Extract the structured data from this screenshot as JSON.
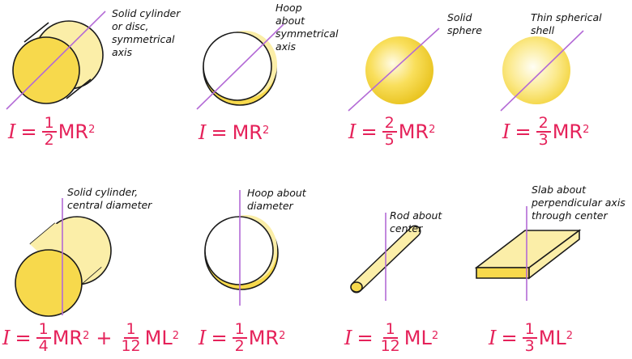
{
  "colors": {
    "formula": "#e5225a",
    "axis": "#b36ad6",
    "fill": "#f7d94c",
    "fill_light": "#fbeea8",
    "outline": "#1a1a1a"
  },
  "items": [
    {
      "label": "Solid cylinder\nor disc,\nsymmetrical\naxis",
      "formula": {
        "I": "I",
        "eq": "=",
        "num": "1",
        "den": "2",
        "term": "MR",
        "exp": "2"
      }
    },
    {
      "label": "Hoop\nabout\nsymmetrical\naxis",
      "formula": {
        "I": "I",
        "eq": "=",
        "term": "MR",
        "exp": "2"
      }
    },
    {
      "label": "Solid\nsphere",
      "formula": {
        "I": "I",
        "eq": "=",
        "num": "2",
        "den": "5",
        "term": "MR",
        "exp": "2"
      }
    },
    {
      "label": "Thin spherical\nshell",
      "formula": {
        "I": "I",
        "eq": "=",
        "num": "2",
        "den": "3",
        "term": "MR",
        "exp": "2"
      }
    },
    {
      "label": "Solid cylinder,\ncentral diameter",
      "formula": {
        "I": "I",
        "eq": "=",
        "num": "1",
        "den": "4",
        "term": "MR",
        "exp": "2",
        "plus": "+",
        "num2": "1",
        "den2": "12",
        "term2": "ML",
        "exp2": "2"
      }
    },
    {
      "label": "Hoop about\ndiameter",
      "formula": {
        "I": "I",
        "eq": "=",
        "num": "1",
        "den": "2",
        "term": "MR",
        "exp": "2"
      }
    },
    {
      "label": "Rod about\ncenter",
      "formula": {
        "I": "I",
        "eq": "=",
        "num": "1",
        "den": "12",
        "term": "ML",
        "exp": "2"
      }
    },
    {
      "label": "Slab about\nperpendicular axis\nthrough center",
      "formula": {
        "I": "I",
        "eq": "=",
        "num": "1",
        "den": "3",
        "term": "ML",
        "exp": "2"
      }
    }
  ]
}
